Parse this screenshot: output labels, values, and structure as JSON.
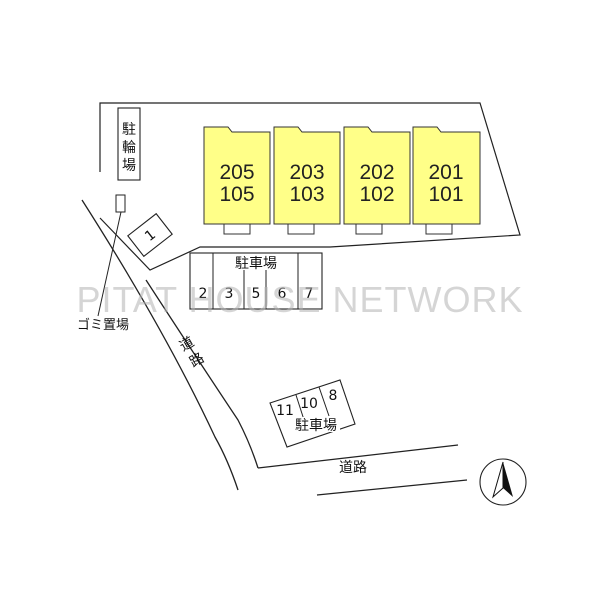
{
  "site_plan": {
    "units": [
      {
        "upper": "205",
        "lower": "105"
      },
      {
        "upper": "203",
        "lower": "103"
      },
      {
        "upper": "202",
        "lower": "102"
      },
      {
        "upper": "201",
        "lower": "101"
      }
    ],
    "bicycle_parking_label": [
      "駐",
      "輪",
      "場"
    ],
    "garbage_label": "ゴミ置場",
    "parking_label": "駐車場",
    "parking_main_spaces": [
      "2",
      "3",
      "5",
      "6",
      "7"
    ],
    "parking_small_spaces": [
      "11",
      "10",
      "8"
    ],
    "space_1_label": "1",
    "road_left_label": [
      "道",
      "路"
    ],
    "road_bottom_label": "道路",
    "watermark": "PITAT HOUSE NETWORK",
    "colors": {
      "unit_fill": "#ffff88",
      "unit_stroke": "#333333",
      "line": "#222222"
    }
  }
}
